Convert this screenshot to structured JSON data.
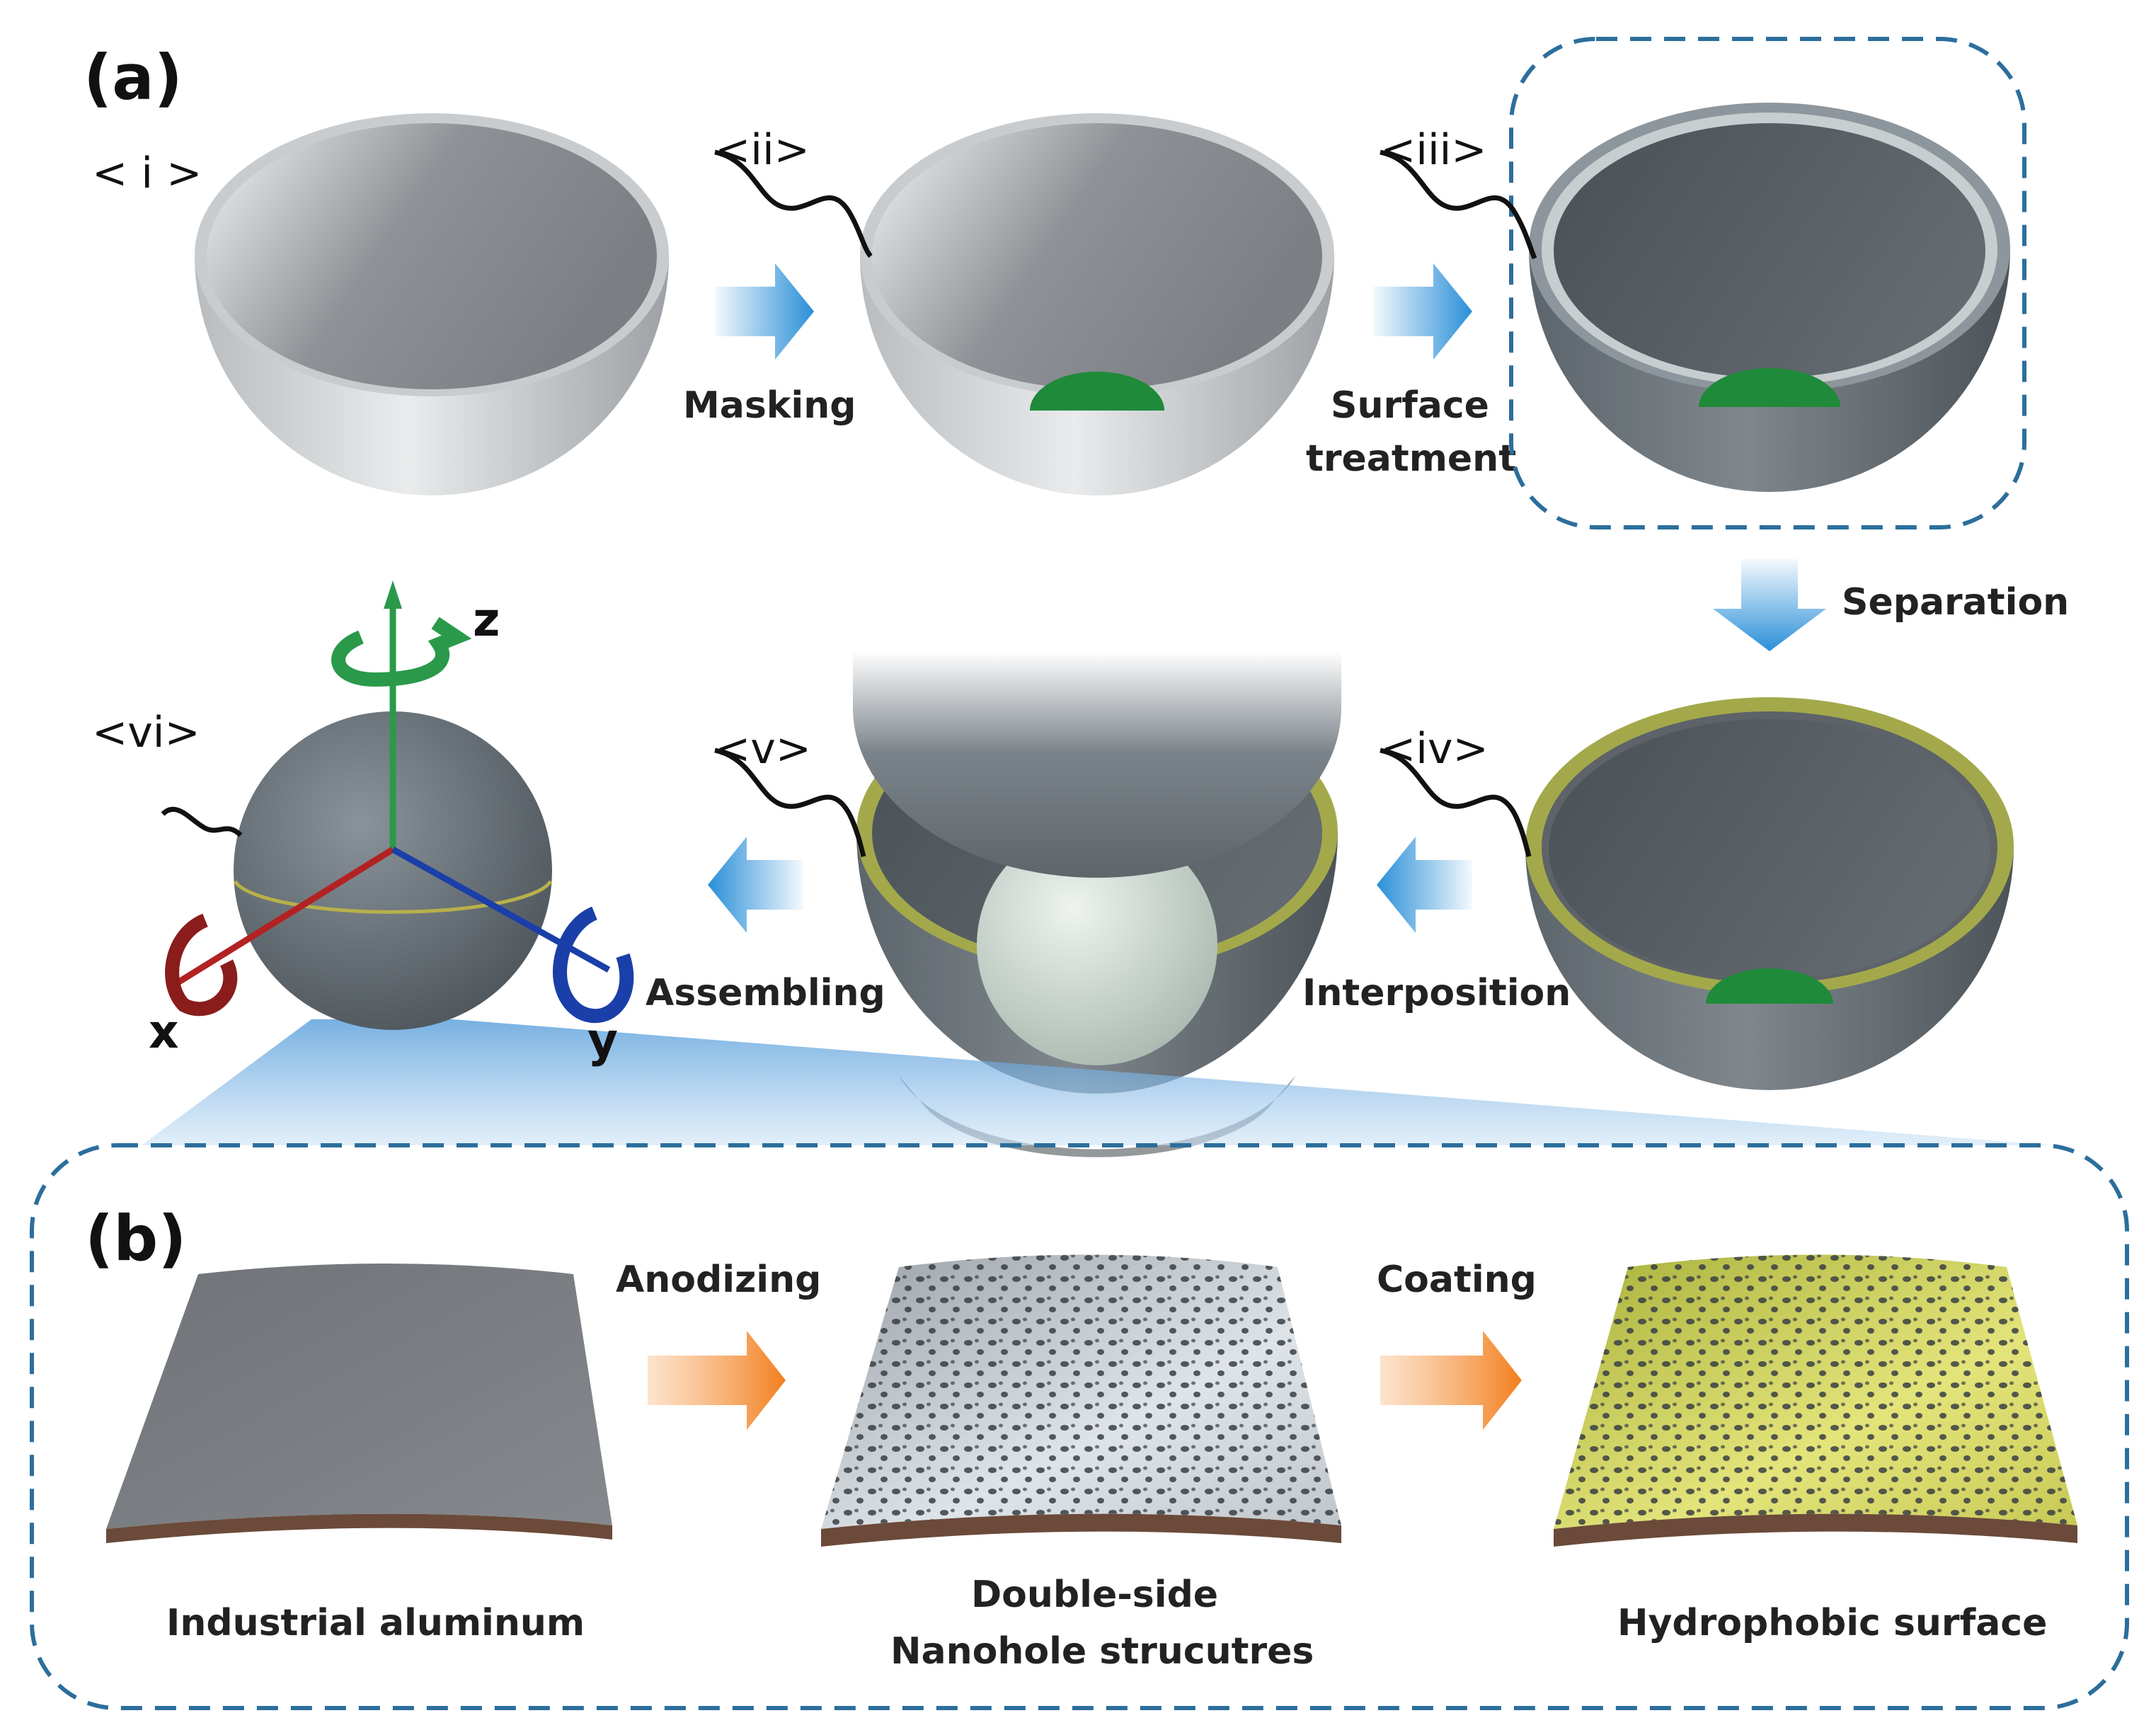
{
  "panels": {
    "a": "(a)",
    "b": "(b)"
  },
  "steps": {
    "i": "< i >",
    "ii": "<ii>",
    "iii": "<iii>",
    "iv": "<iv>",
    "v": "<v>",
    "vi": "<vi>"
  },
  "processes": {
    "masking": "Masking",
    "surface_treatment_line1": "Surface",
    "surface_treatment_line2": "treatment",
    "separation": "Separation",
    "interposition": "Interposition",
    "assembling": "Assembling",
    "anodizing": "Anodizing",
    "coating": "Coating"
  },
  "axes": {
    "x": "x",
    "y": "y",
    "z": "z"
  },
  "captions": {
    "industrial_aluminum": "Industrial aluminum",
    "nanohole_line1": "Double-side",
    "nanohole_line2": "Nanohole strucutres",
    "hydrophobic": "Hydrophobic surface"
  },
  "colors": {
    "blue_arrow": "#2a8fd8",
    "orange_arrow": "#f28a2e",
    "mask_green": "#1f8a3a",
    "dashed_border": "#2c6e9c",
    "axis_x": "#b22222",
    "axis_y": "#1a3fa8",
    "axis_z": "#2a9a4a"
  }
}
